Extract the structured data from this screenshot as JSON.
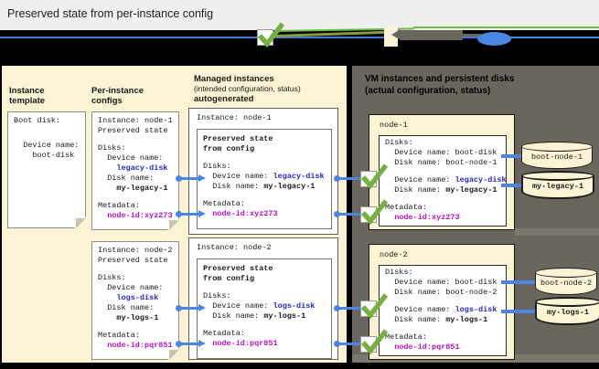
{
  "title": "Preserved state from per-instance config",
  "left_panel": {
    "col1_header": [
      "Instance",
      "template"
    ],
    "col2_header": [
      "Per-instance",
      "configs"
    ],
    "col3_header": [
      "Managed instances",
      "(intended configuration, status)",
      "autogenerated"
    ],
    "template_doc": {
      "lines": [
        [
          [
            "Boot disk:",
            ""
          ]
        ],
        [],
        [],
        [
          [
            "  Device name:",
            ""
          ]
        ],
        [
          [
            "    boot-disk",
            ""
          ]
        ]
      ]
    },
    "configs": [
      {
        "lines": [
          [
            [
              "Instance: node-1",
              ""
            ]
          ],
          [
            [
              "Preserved state",
              ""
            ]
          ],
          [],
          [
            [
              "Disks:",
              ""
            ]
          ],
          [
            [
              "  Device name:",
              ""
            ]
          ],
          [
            [
              "    ",
              ""
            ],
            [
              "legacy-disk",
              "blue"
            ]
          ],
          [
            [
              "  Disk name:",
              ""
            ]
          ],
          [
            [
              "    ",
              ""
            ],
            [
              "my-legacy-1",
              "b"
            ]
          ],
          [],
          [
            [
              "Metadata:",
              ""
            ]
          ],
          [
            [
              "  ",
              ""
            ],
            [
              "node-id:xyz273",
              "mag"
            ]
          ]
        ]
      },
      {
        "lines": [
          [
            [
              "Instance: node-2",
              ""
            ]
          ],
          [
            [
              "Preserved state",
              ""
            ]
          ],
          [],
          [
            [
              "Disks:",
              ""
            ]
          ],
          [
            [
              "  Device name:",
              ""
            ]
          ],
          [
            [
              "    ",
              ""
            ],
            [
              "logs-disk",
              "blue"
            ]
          ],
          [
            [
              "  Disk name:",
              ""
            ]
          ],
          [
            [
              "    ",
              ""
            ],
            [
              "my-logs-1",
              "b"
            ]
          ],
          [],
          [
            [
              "Metadata:",
              ""
            ]
          ],
          [
            [
              "  ",
              ""
            ],
            [
              "node-id:pqr851",
              "mag"
            ]
          ]
        ]
      }
    ],
    "managed": [
      {
        "label": "Instance: node-1",
        "lines": [
          [
            [
              "Preserved state",
              "b"
            ]
          ],
          [
            [
              "from config",
              "b"
            ]
          ],
          [],
          [
            [
              "Disks:",
              ""
            ]
          ],
          [
            [
              "  Device name: ",
              ""
            ],
            [
              "legacy-disk",
              "blue"
            ]
          ],
          [
            [
              "  Disk name: ",
              ""
            ],
            [
              "my-legacy-1",
              "b"
            ]
          ],
          [],
          [
            [
              "Metadata:",
              ""
            ]
          ],
          [
            [
              "  ",
              ""
            ],
            [
              "node-id:xyz273",
              "mag"
            ]
          ]
        ]
      },
      {
        "label": "Instance: node-2",
        "lines": [
          [
            [
              "Preserved state",
              "b"
            ]
          ],
          [
            [
              "from config",
              "b"
            ]
          ],
          [],
          [
            [
              "Disks:",
              ""
            ]
          ],
          [
            [
              "  Device name: ",
              ""
            ],
            [
              "logs-disk",
              "blue"
            ]
          ],
          [
            [
              "  Disk name: ",
              ""
            ],
            [
              "my-logs-1",
              "b"
            ]
          ],
          [],
          [
            [
              "Metadata:",
              ""
            ]
          ],
          [
            [
              "  ",
              ""
            ],
            [
              "node-id:pqr851",
              "mag"
            ]
          ]
        ]
      }
    ]
  },
  "right_panel": {
    "title_lines": [
      "VM instances and persistent disks",
      "(actual configuration, status)"
    ],
    "nodes": [
      {
        "name": "node-1",
        "lines": [
          [
            [
              "Disks:",
              ""
            ]
          ],
          [
            [
              "  Device name: boot-disk",
              ""
            ]
          ],
          [
            [
              "  Disk name: boot-node-1",
              ""
            ]
          ],
          [],
          [
            [
              "  Device name: ",
              ""
            ],
            [
              "legacy-disk",
              "blue"
            ]
          ],
          [
            [
              "  Disk name: ",
              ""
            ],
            [
              "my-legacy-1",
              "b"
            ]
          ],
          [],
          [
            [
              "Metadata:",
              ""
            ]
          ],
          [
            [
              "  ",
              ""
            ],
            [
              "node-id:xyz273",
              "mag"
            ]
          ]
        ],
        "disks": [
          {
            "label": "boot-node-1"
          },
          {
            "label": "my-legacy-1"
          }
        ]
      },
      {
        "name": "node-2",
        "lines": [
          [
            [
              "Disks:",
              ""
            ]
          ],
          [
            [
              "  Device name: boot-disk",
              ""
            ]
          ],
          [
            [
              "  Disk name: boot-node-2",
              ""
            ]
          ],
          [],
          [
            [
              "  Device name: ",
              ""
            ],
            [
              "logs-disk",
              "blue"
            ]
          ],
          [
            [
              "  Disk name: ",
              ""
            ],
            [
              "my-logs-1",
              "b"
            ]
          ],
          [],
          [
            [
              "Metadata:",
              ""
            ]
          ],
          [
            [
              "  ",
              ""
            ],
            [
              "node-id:pqr851",
              "mag"
            ]
          ]
        ],
        "disks": [
          {
            "label": "boot-node-2"
          },
          {
            "label": "my-logs-1"
          }
        ]
      }
    ]
  },
  "colors": {
    "beige": "#fcf3d5",
    "panel_gray": "#6a665e",
    "connector_blue": "#4c86e4",
    "text_blue": "#2728cf",
    "magenta": "#ba12c4",
    "check_green": "#76b041"
  }
}
